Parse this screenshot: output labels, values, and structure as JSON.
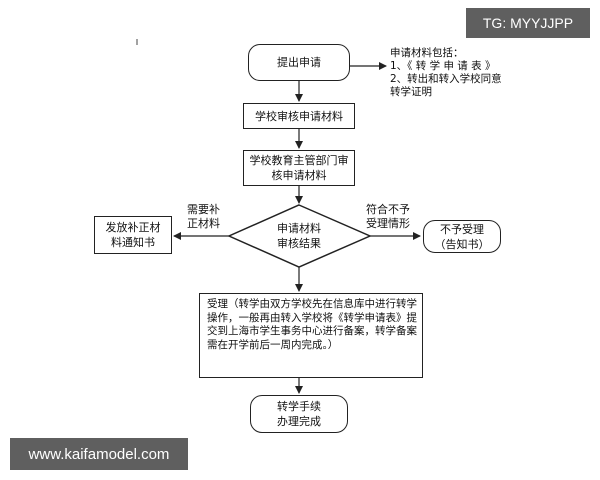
{
  "watermarks": {
    "top_right": "TG: MYYJJPP",
    "bottom_left": "www.kaifamodel.com"
  },
  "flow": {
    "submit": "提出申请",
    "school_review": "学校审核申请材料",
    "dept_review": [
      "学校教育主管部门审",
      "核申请材料"
    ],
    "decision": [
      "申请材料",
      "审核结果"
    ],
    "supplement_notice": [
      "发放补正材",
      "料通知书"
    ],
    "reject": [
      "不予受理",
      "（告知书）"
    ],
    "accept": [
      "受理（转学由双方学校先在信息库中进行转学",
      "操作，一般再由转入学校将《转学申请表》提",
      "交到上海市学生事务中心进行备案，转学备案",
      "需在开学前后一周内完成。）"
    ],
    "complete": [
      "转学手续",
      "办理完成"
    ]
  },
  "edge_labels": {
    "need_supplement": [
      "需要补",
      "正材料"
    ],
    "not_eligible": [
      "符合不予",
      "受理情形"
    ]
  },
  "materials_note": {
    "title": "申请材料包括：",
    "item1": "1、《 转 学 申 请 表 》",
    "item2": "2、转出和转入学校同意",
    "item2_cont": "转学证明"
  },
  "colors": {
    "line": "#222222",
    "watermark_bg": "#3c3c3c"
  }
}
